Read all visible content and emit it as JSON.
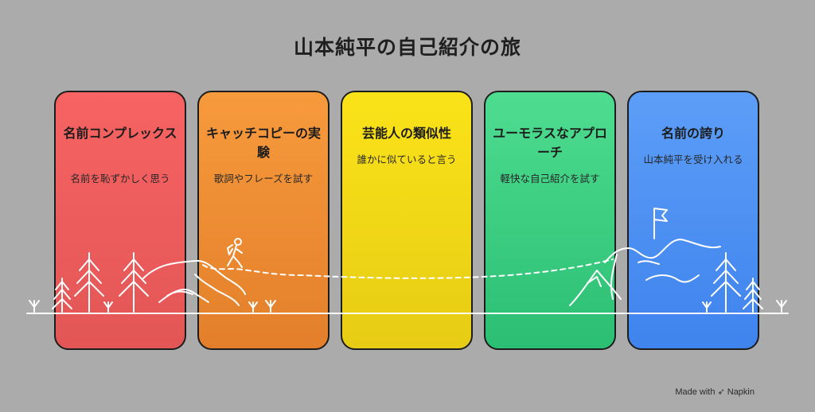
{
  "title": "山本純平の自己紹介の旅",
  "cards": [
    {
      "title": "名前コンプレックス",
      "desc": "名前を恥ずかしく思う",
      "color": "#f76363"
    },
    {
      "title": "キャッチコピーの実験",
      "desc": "歌詞やフレーズを試す",
      "color": "#f79a3c"
    },
    {
      "title": "芸能人の類似性",
      "desc": "誰かに似ていると言う",
      "color": "#fbe319"
    },
    {
      "title": "ユーモラスなアプローチ",
      "desc": "軽快な自己紹介を試す",
      "color": "#4edc90"
    },
    {
      "title": "名前の誇り",
      "desc": "山本純平を受け入れる",
      "color": "#5c9ef7"
    }
  ],
  "credit": {
    "made_with": "Made with",
    "brand": "Napkin"
  }
}
